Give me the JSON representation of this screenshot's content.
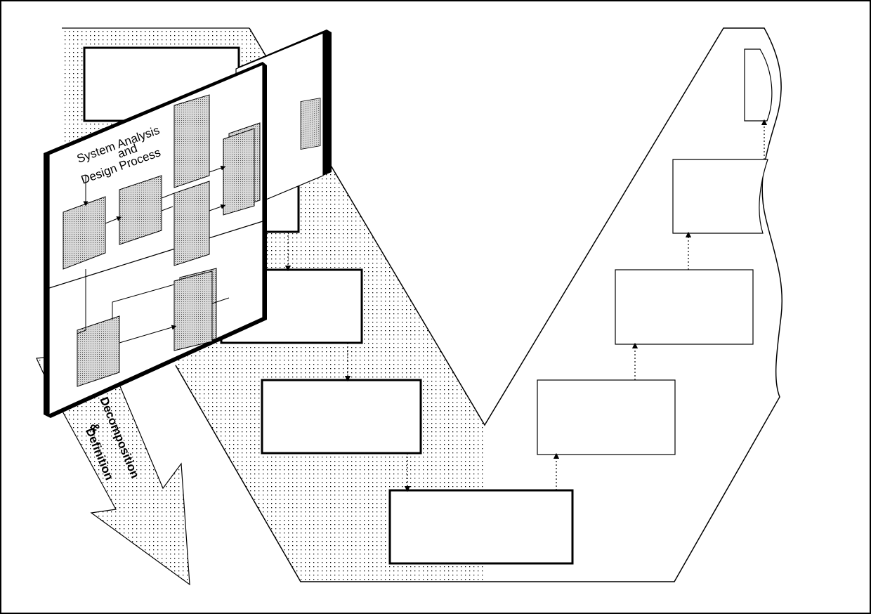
{
  "diagram": {
    "panel_title_lines": [
      "System Analysis",
      "and",
      "Design Process"
    ],
    "arrow_label_lines": [
      "Decomposition",
      "&",
      "Definition"
    ],
    "colors": {
      "line": "#000000",
      "background": "#ffffff",
      "dot_pattern": "#000000",
      "panel_shadow": "#000000"
    }
  }
}
